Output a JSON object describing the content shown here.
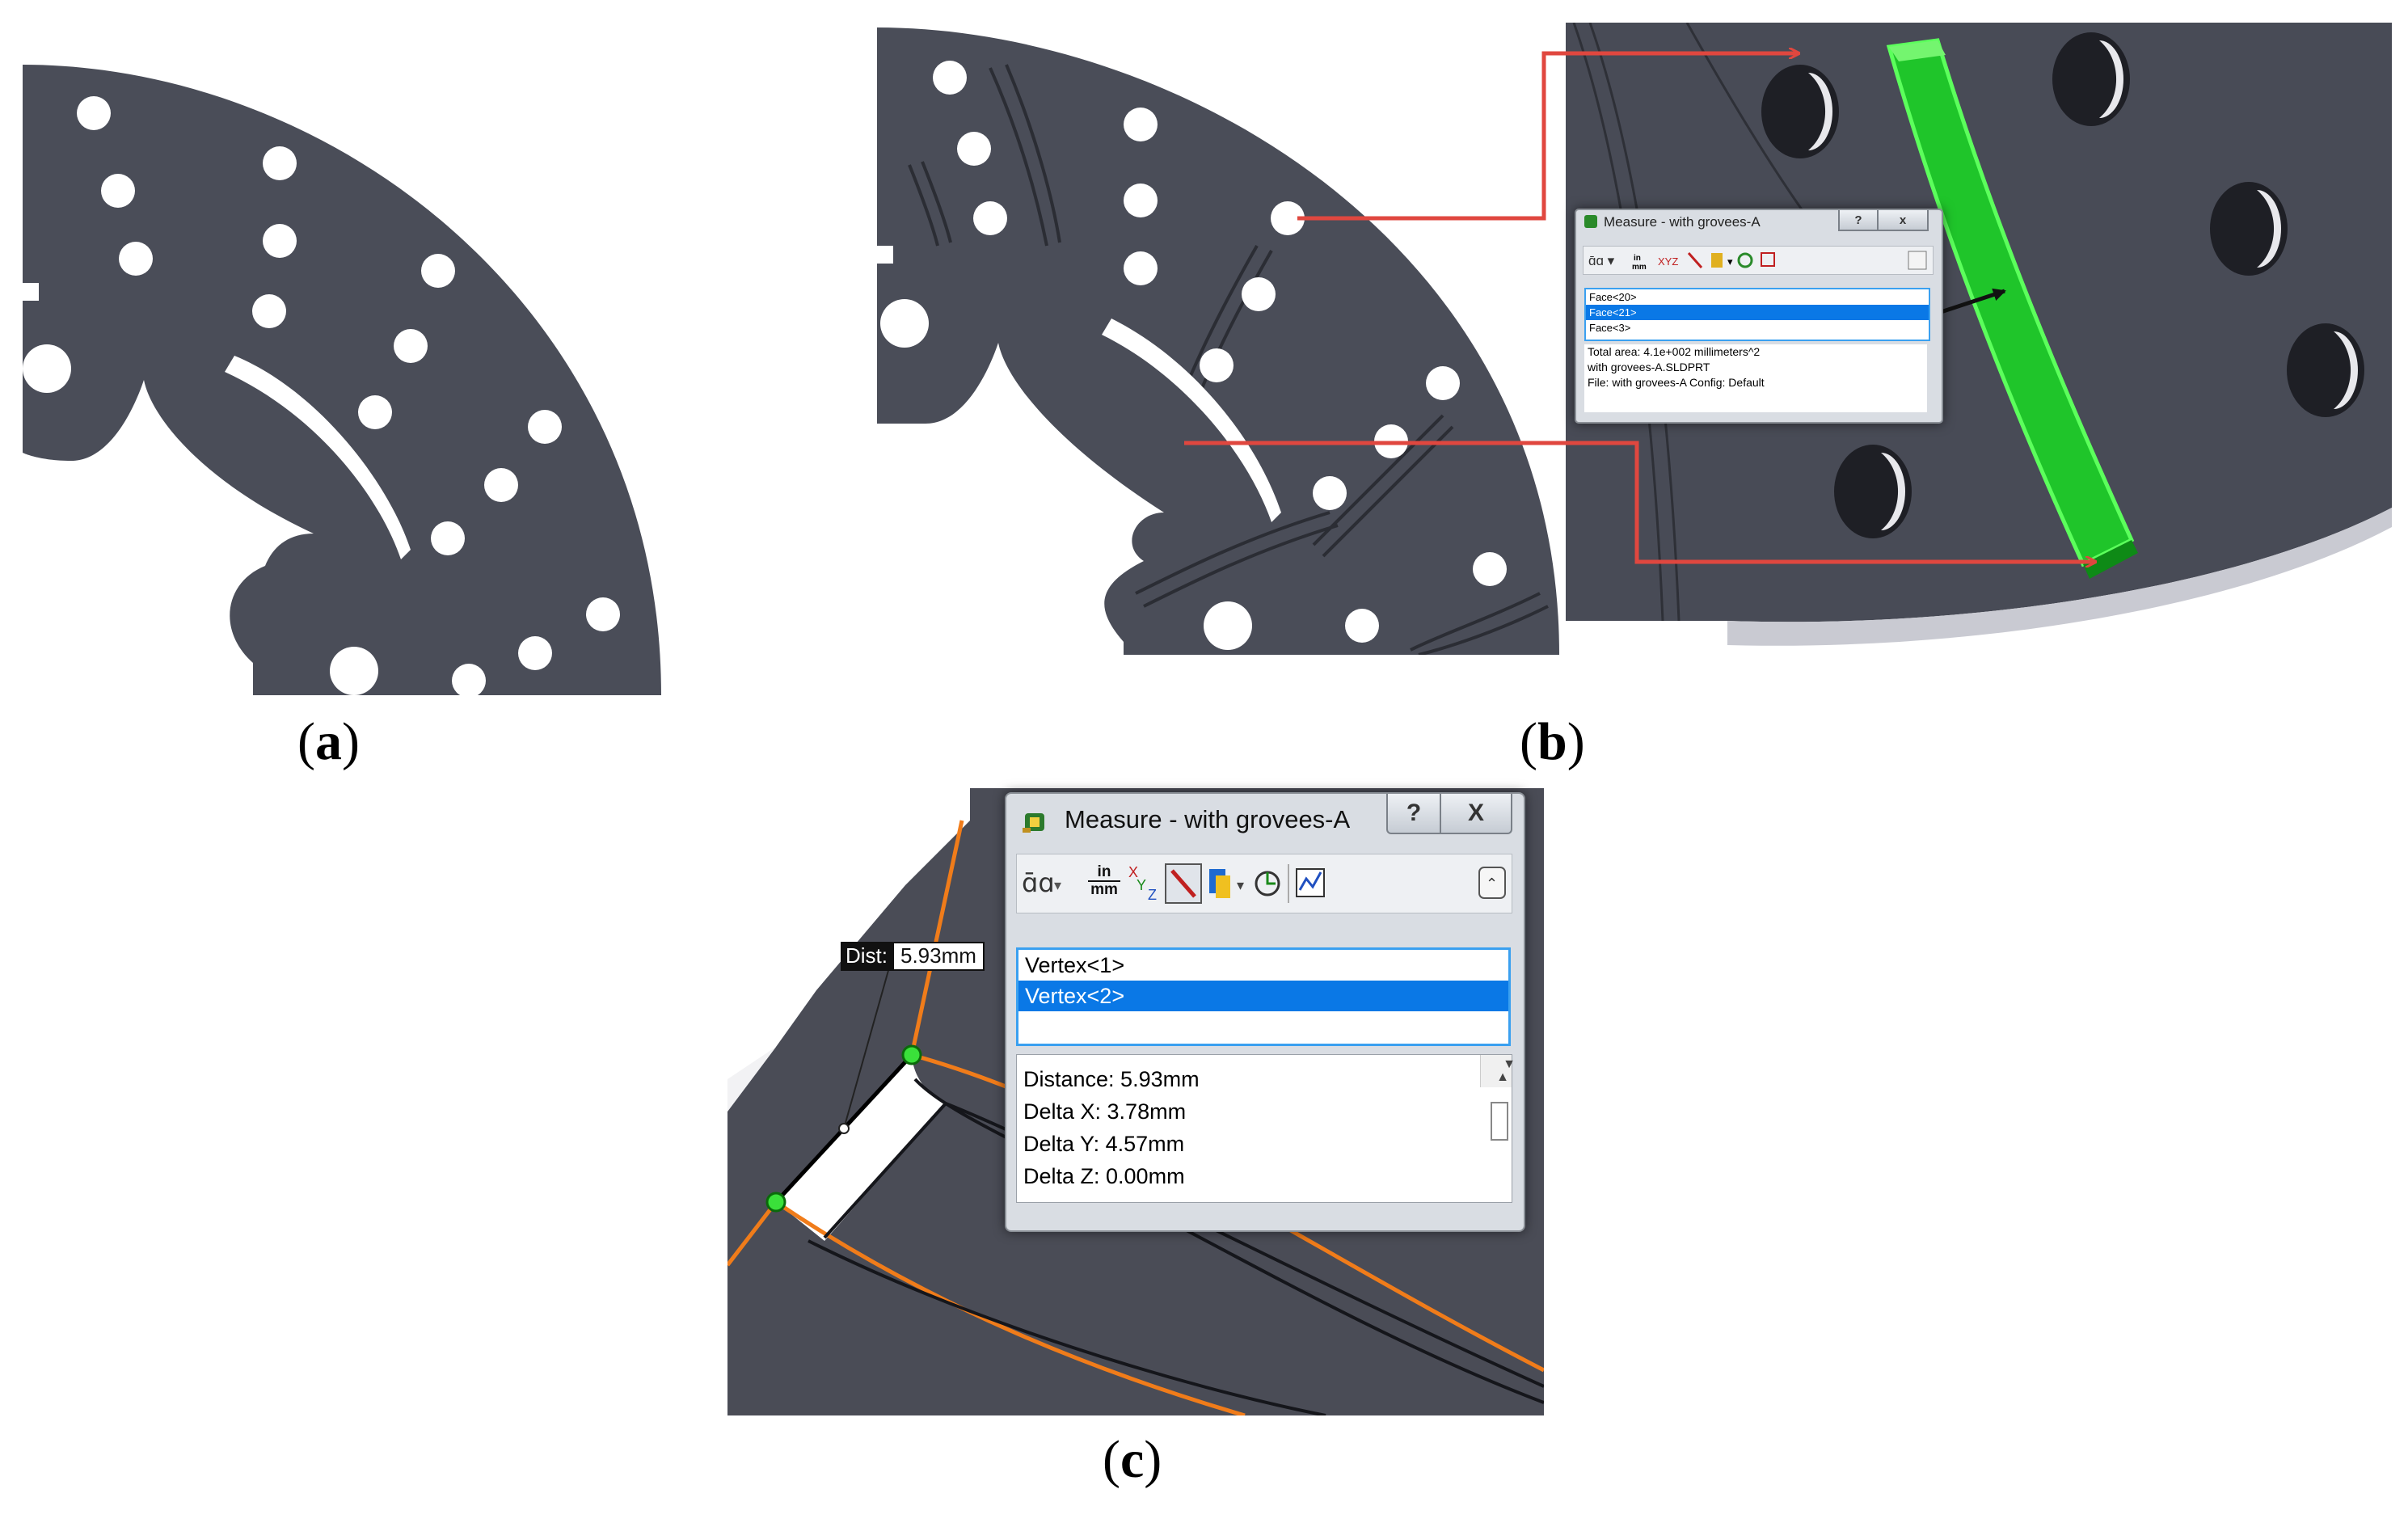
{
  "captions": {
    "a": "a",
    "b": "b",
    "c": "c"
  },
  "dialog_b": {
    "title": "Measure - with grovees-A",
    "help_label": "?",
    "close_label": "x",
    "selections": [
      "Face<20>",
      "Face<21>",
      "Face<3>"
    ],
    "results": [
      "Total area: 4.1e+002 millimeters^2",
      "with grovees-A.SLDPRT",
      "File: with grovees-A Config: Default"
    ]
  },
  "dialog_c": {
    "title": "Measure - with grovees-A",
    "help_label": "?",
    "close_label": "X",
    "toolbar": {
      "unit_top": "in",
      "unit_bottom": "mm",
      "xyz_label": "XYZ"
    },
    "selections": [
      "Vertex<1>",
      "Vertex<2>",
      ""
    ],
    "results": [
      "Distance: 5.93mm",
      "Delta X: 3.78mm",
      "Delta Y: 4.57mm",
      "Delta Z: 0.00mm"
    ]
  },
  "callout": {
    "label": "Dist:",
    "value": "5.93mm"
  },
  "colors": {
    "disc": "#4a4d58",
    "highlight_green": "#22d628",
    "arrow_red": "#e0473f",
    "edge_orange": "#f07c1a",
    "selection_blue": "#0a78e6"
  },
  "icons": [
    "measure-tape-icon",
    "arc-center-icon",
    "unit-toggle-icon",
    "xyz-icon",
    "point-to-point-icon",
    "projection-icon",
    "history-icon",
    "sensor-icon",
    "collapse-icon"
  ]
}
